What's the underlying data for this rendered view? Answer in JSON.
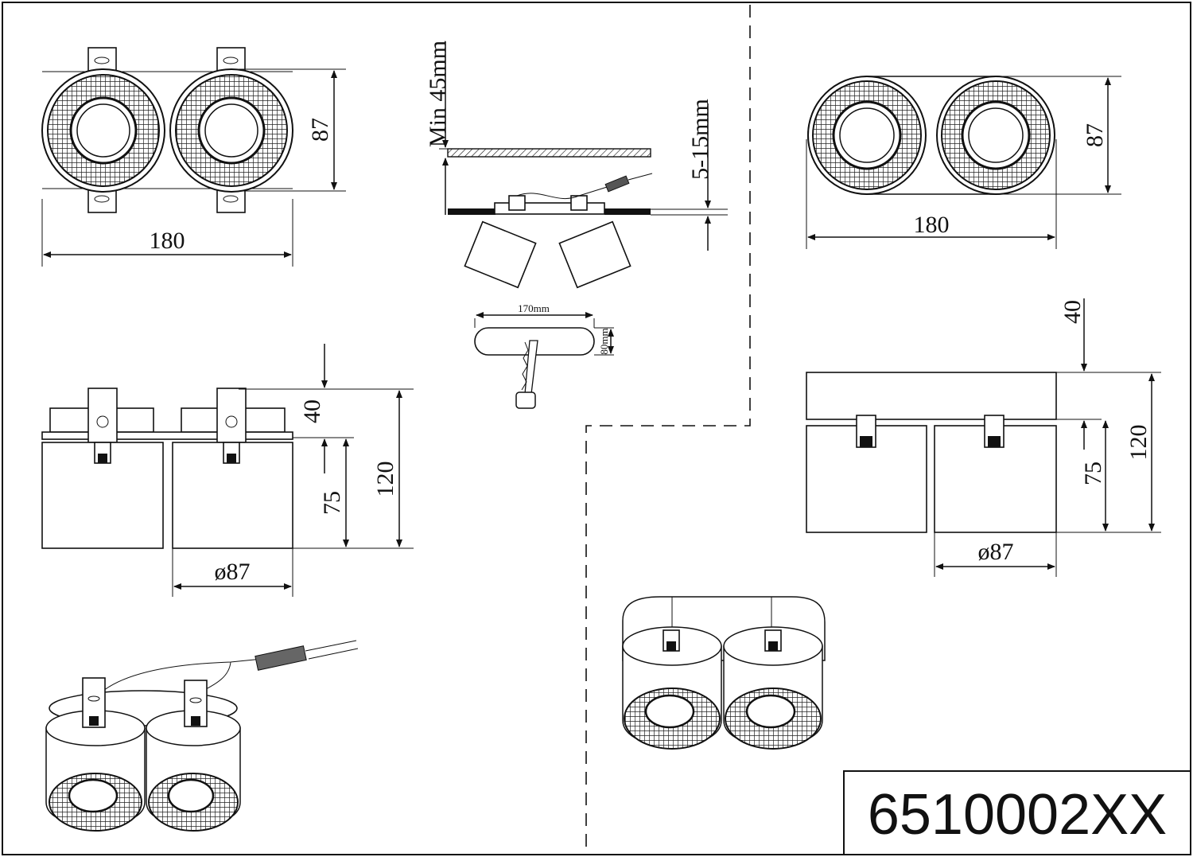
{
  "title_block": {
    "product_code": "6510002XX"
  },
  "recessed_top_view": {
    "width_label": "180",
    "height_label": "87"
  },
  "install_section": {
    "min_depth_label": "Min 45mm",
    "ceiling_thickness_label": "5-15mm",
    "cutout_width_label": "170mm",
    "cutout_height_label": "80mm"
  },
  "recessed_side_view": {
    "top_label": "40",
    "lamp_height_label": "75",
    "total_height_label": "120",
    "diameter_label": "ø87"
  },
  "surface_top_view": {
    "width_label": "180",
    "height_label": "87"
  },
  "surface_side_view": {
    "top_label": "40",
    "lamp_height_label": "75",
    "total_height_label": "120",
    "diameter_label": "ø87"
  }
}
